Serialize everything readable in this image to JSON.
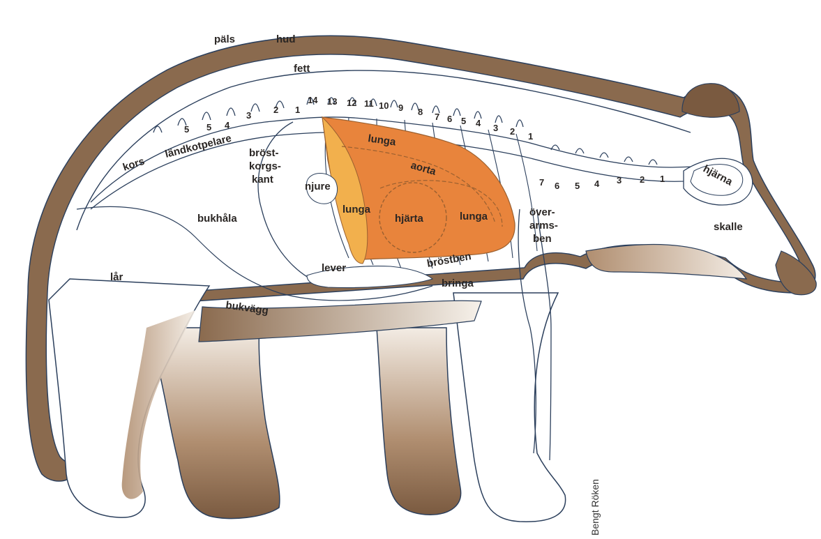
{
  "colors": {
    "fur": "#8a6a4e",
    "fur_light": "#c9b29a",
    "outline": "#2b3f5c",
    "lung_dark": "#e8843c",
    "lung_light": "#f2b04d",
    "organ_line": "#9a6030"
  },
  "labels": {
    "pals": "päls",
    "hud": "hud",
    "fett": "fett",
    "kors": "kors",
    "landkotpelare": "ländkotpelare",
    "brostkorgskant_1": "bröst-",
    "brostkorgskant_2": "korgs-",
    "brostkorgskant_3": "kant",
    "njure": "njure",
    "lunga_top": "lunga",
    "aorta": "aorta",
    "lunga_left": "lunga",
    "hjarta": "hjärta",
    "lunga_right": "lunga",
    "bukhala": "bukhåla",
    "lar": "lår",
    "bukvagg": "bukvägg",
    "lever": "lever",
    "brostben": "bröstben",
    "bringa": "bringa",
    "overarmsben_1": "över-",
    "overarmsben_2": "arms-",
    "overarmsben_3": "ben",
    "hjarna": "hjärna",
    "skalle": "skalle"
  },
  "lumbar_numbers": [
    "5",
    "5",
    "4",
    "3",
    "2",
    "1"
  ],
  "rib_numbers": [
    "14",
    "13",
    "12",
    "11",
    "10",
    "9",
    "8",
    "7",
    "6",
    "5",
    "4",
    "3",
    "2",
    "1"
  ],
  "neck_numbers": [
    "7",
    "6",
    "5",
    "4",
    "3",
    "2",
    "1"
  ],
  "credit": "Bengt Röken"
}
